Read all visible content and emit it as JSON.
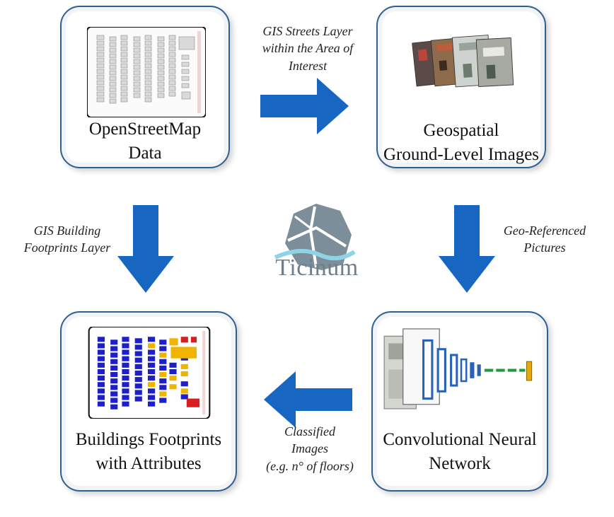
{
  "nodes": {
    "osm": {
      "line1": "OpenStreetMap",
      "line2": "Data"
    },
    "images": {
      "line1": "Geospatial",
      "line2": "Ground-Level Images"
    },
    "cnn": {
      "line1": "Convolutional Neural",
      "line2": "Network"
    },
    "footprints": {
      "line1": "Buildings Footprints",
      "line2": "with Attributes"
    }
  },
  "edges": {
    "streets": {
      "line1": "GIS Streets Layer",
      "line2": "within the Area of",
      "line3": "Interest"
    },
    "georef": {
      "line1": "Geo-Referenced",
      "line2": "Pictures"
    },
    "buildings": {
      "line1": "GIS Building",
      "line2": "Footprints Layer"
    },
    "classified": {
      "line1": "Classified",
      "line2": "Images",
      "line3": "(e.g. n° of floors)"
    }
  },
  "logo": {
    "text": "Ticinum"
  },
  "colors": {
    "arrow": "#1767c2",
    "box_border": "#2f5f93",
    "logo": "#6e7f8a",
    "water": "#8fd3e8"
  }
}
